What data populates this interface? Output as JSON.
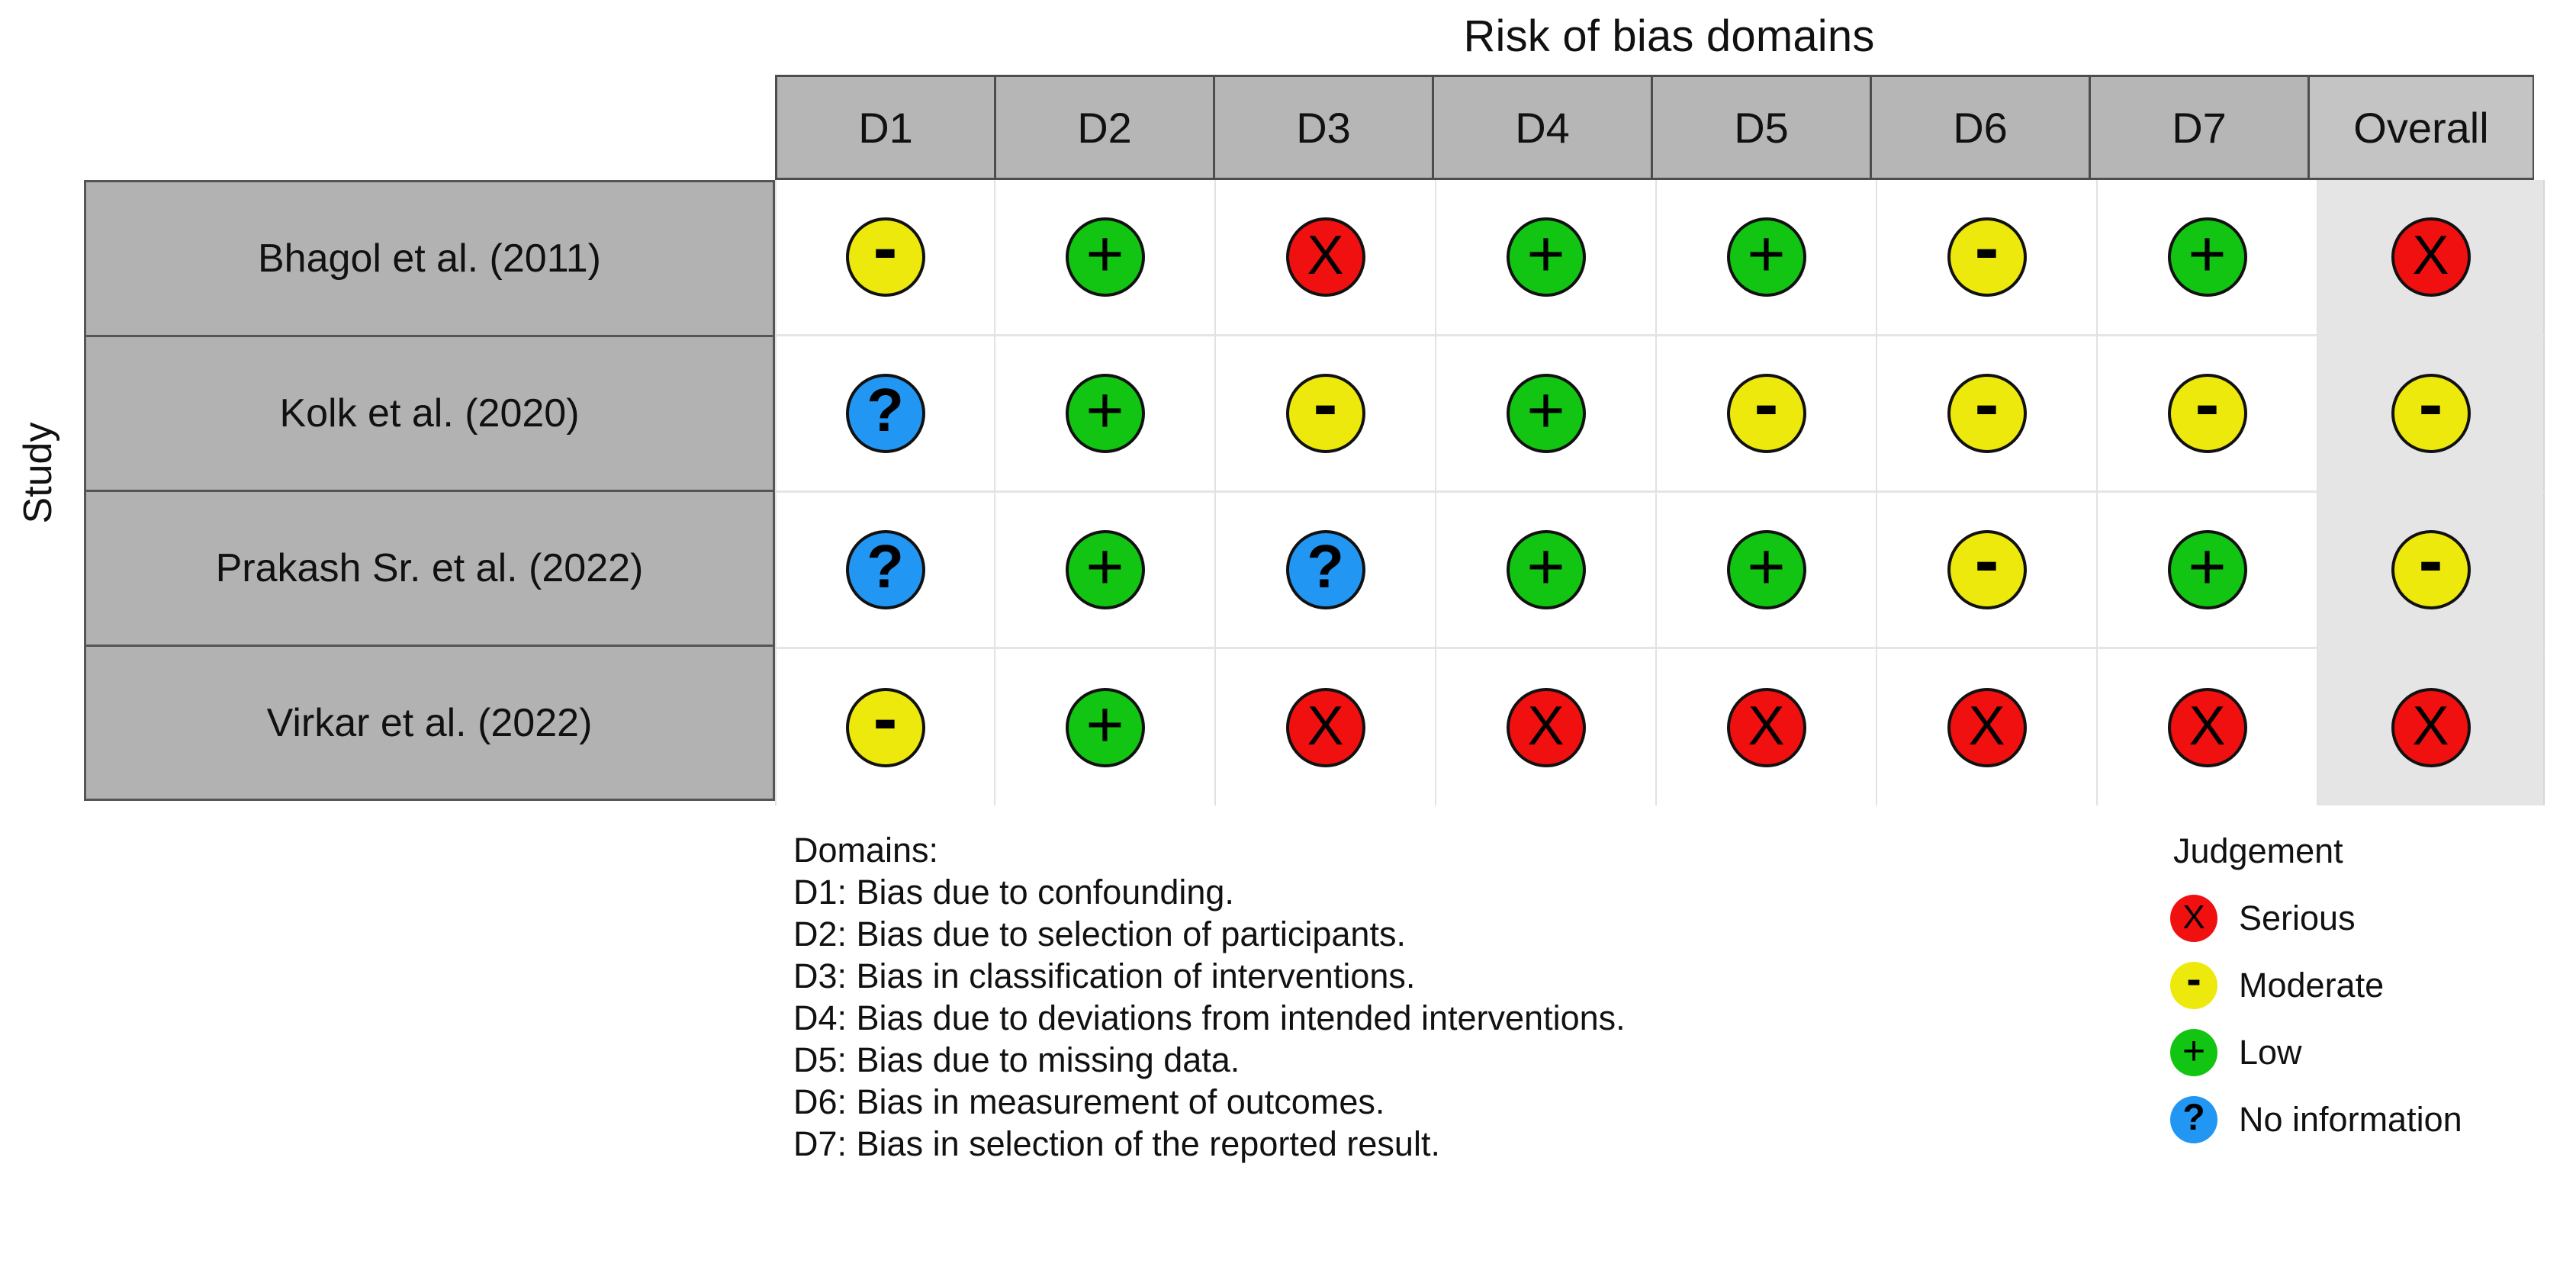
{
  "chart_data": {
    "type": "table",
    "title": "Risk of bias domains",
    "xlabel": "Risk of bias domains",
    "ylabel": "Study",
    "grid": false,
    "legend_position": "bottom-right",
    "categories": [
      "D1",
      "D2",
      "D3",
      "D4",
      "D5",
      "D6",
      "D7",
      "Overall"
    ],
    "studies": [
      "Bhagol et al. (2011)",
      "Kolk et al. (2020)",
      "Prakash Sr. et al. (2022)",
      "Virkar et al. (2022)"
    ],
    "series": [
      {
        "name": "Bhagol et al. (2011)",
        "values": [
          "moderate",
          "low",
          "serious",
          "low",
          "low",
          "moderate",
          "low",
          "serious"
        ]
      },
      {
        "name": "Kolk et al. (2020)",
        "values": [
          "noinfo",
          "low",
          "moderate",
          "low",
          "moderate",
          "moderate",
          "moderate",
          "moderate"
        ]
      },
      {
        "name": "Prakash Sr. et al. (2022)",
        "values": [
          "noinfo",
          "low",
          "noinfo",
          "low",
          "low",
          "moderate",
          "low",
          "moderate"
        ]
      },
      {
        "name": "Virkar et al. (2022)",
        "values": [
          "moderate",
          "low",
          "serious",
          "serious",
          "serious",
          "serious",
          "serious",
          "serious"
        ]
      }
    ],
    "judgement_levels": [
      {
        "key": "serious",
        "label": "Serious",
        "glyph": "X",
        "color": "#f01010"
      },
      {
        "key": "moderate",
        "label": "Moderate",
        "glyph": "-",
        "color": "#ede90c"
      },
      {
        "key": "low",
        "label": "Low",
        "glyph": "+",
        "color": "#12c512"
      },
      {
        "key": "noinfo",
        "label": "No information",
        "glyph": "?",
        "color": "#2196f3"
      }
    ],
    "domain_definitions": [
      "Domains:",
      "D1: Bias due to confounding.",
      "D2: Bias due to selection of participants.",
      "D3: Bias in classification of interventions.",
      "D4: Bias due to deviations from intended interventions.",
      "D5: Bias due to missing data.",
      "D6: Bias in measurement of outcomes.",
      "D7: Bias in selection of the reported result."
    ]
  },
  "title": "Risk of bias domains",
  "y_axis_label": "Study",
  "columns": [
    "D1",
    "D2",
    "D3",
    "D4",
    "D5",
    "D6",
    "D7",
    "Overall"
  ],
  "rows": [
    {
      "study": "Bhagol et al. (2011)",
      "cells": [
        "moderate",
        "low",
        "serious",
        "low",
        "low",
        "moderate",
        "low",
        "serious"
      ]
    },
    {
      "study": "Kolk et al. (2020)",
      "cells": [
        "noinfo",
        "low",
        "moderate",
        "low",
        "moderate",
        "moderate",
        "moderate",
        "moderate"
      ]
    },
    {
      "study": "Prakash Sr. et al. (2022)",
      "cells": [
        "noinfo",
        "low",
        "noinfo",
        "low",
        "low",
        "moderate",
        "low",
        "moderate"
      ]
    },
    {
      "study": "Virkar et al. (2022)",
      "cells": [
        "moderate",
        "low",
        "serious",
        "serious",
        "serious",
        "serious",
        "serious",
        "serious"
      ]
    }
  ],
  "domains_legend": {
    "heading": "Domains:",
    "lines": [
      "D1: Bias due to confounding.",
      "D2: Bias due to selection of participants.",
      "D3: Bias in classification of interventions.",
      "D4: Bias due to deviations from intended interventions.",
      "D5: Bias due to missing data.",
      "D6: Bias in measurement of outcomes.",
      "D7: Bias in selection of the reported result."
    ]
  },
  "judgement_legend": {
    "title": "Judgement",
    "items": [
      {
        "key": "serious",
        "glyph": "X",
        "label": "Serious",
        "color": "#f01010"
      },
      {
        "key": "moderate",
        "glyph": "-",
        "label": "Moderate",
        "color": "#ede90c"
      },
      {
        "key": "low",
        "glyph": "+",
        "label": "Low",
        "color": "#12c512"
      },
      {
        "key": "noinfo",
        "glyph": "?",
        "label": "No information",
        "color": "#2196f3"
      }
    ]
  },
  "glyphs": {
    "serious": "X",
    "moderate": "-",
    "low": "+",
    "noinfo": "?"
  }
}
